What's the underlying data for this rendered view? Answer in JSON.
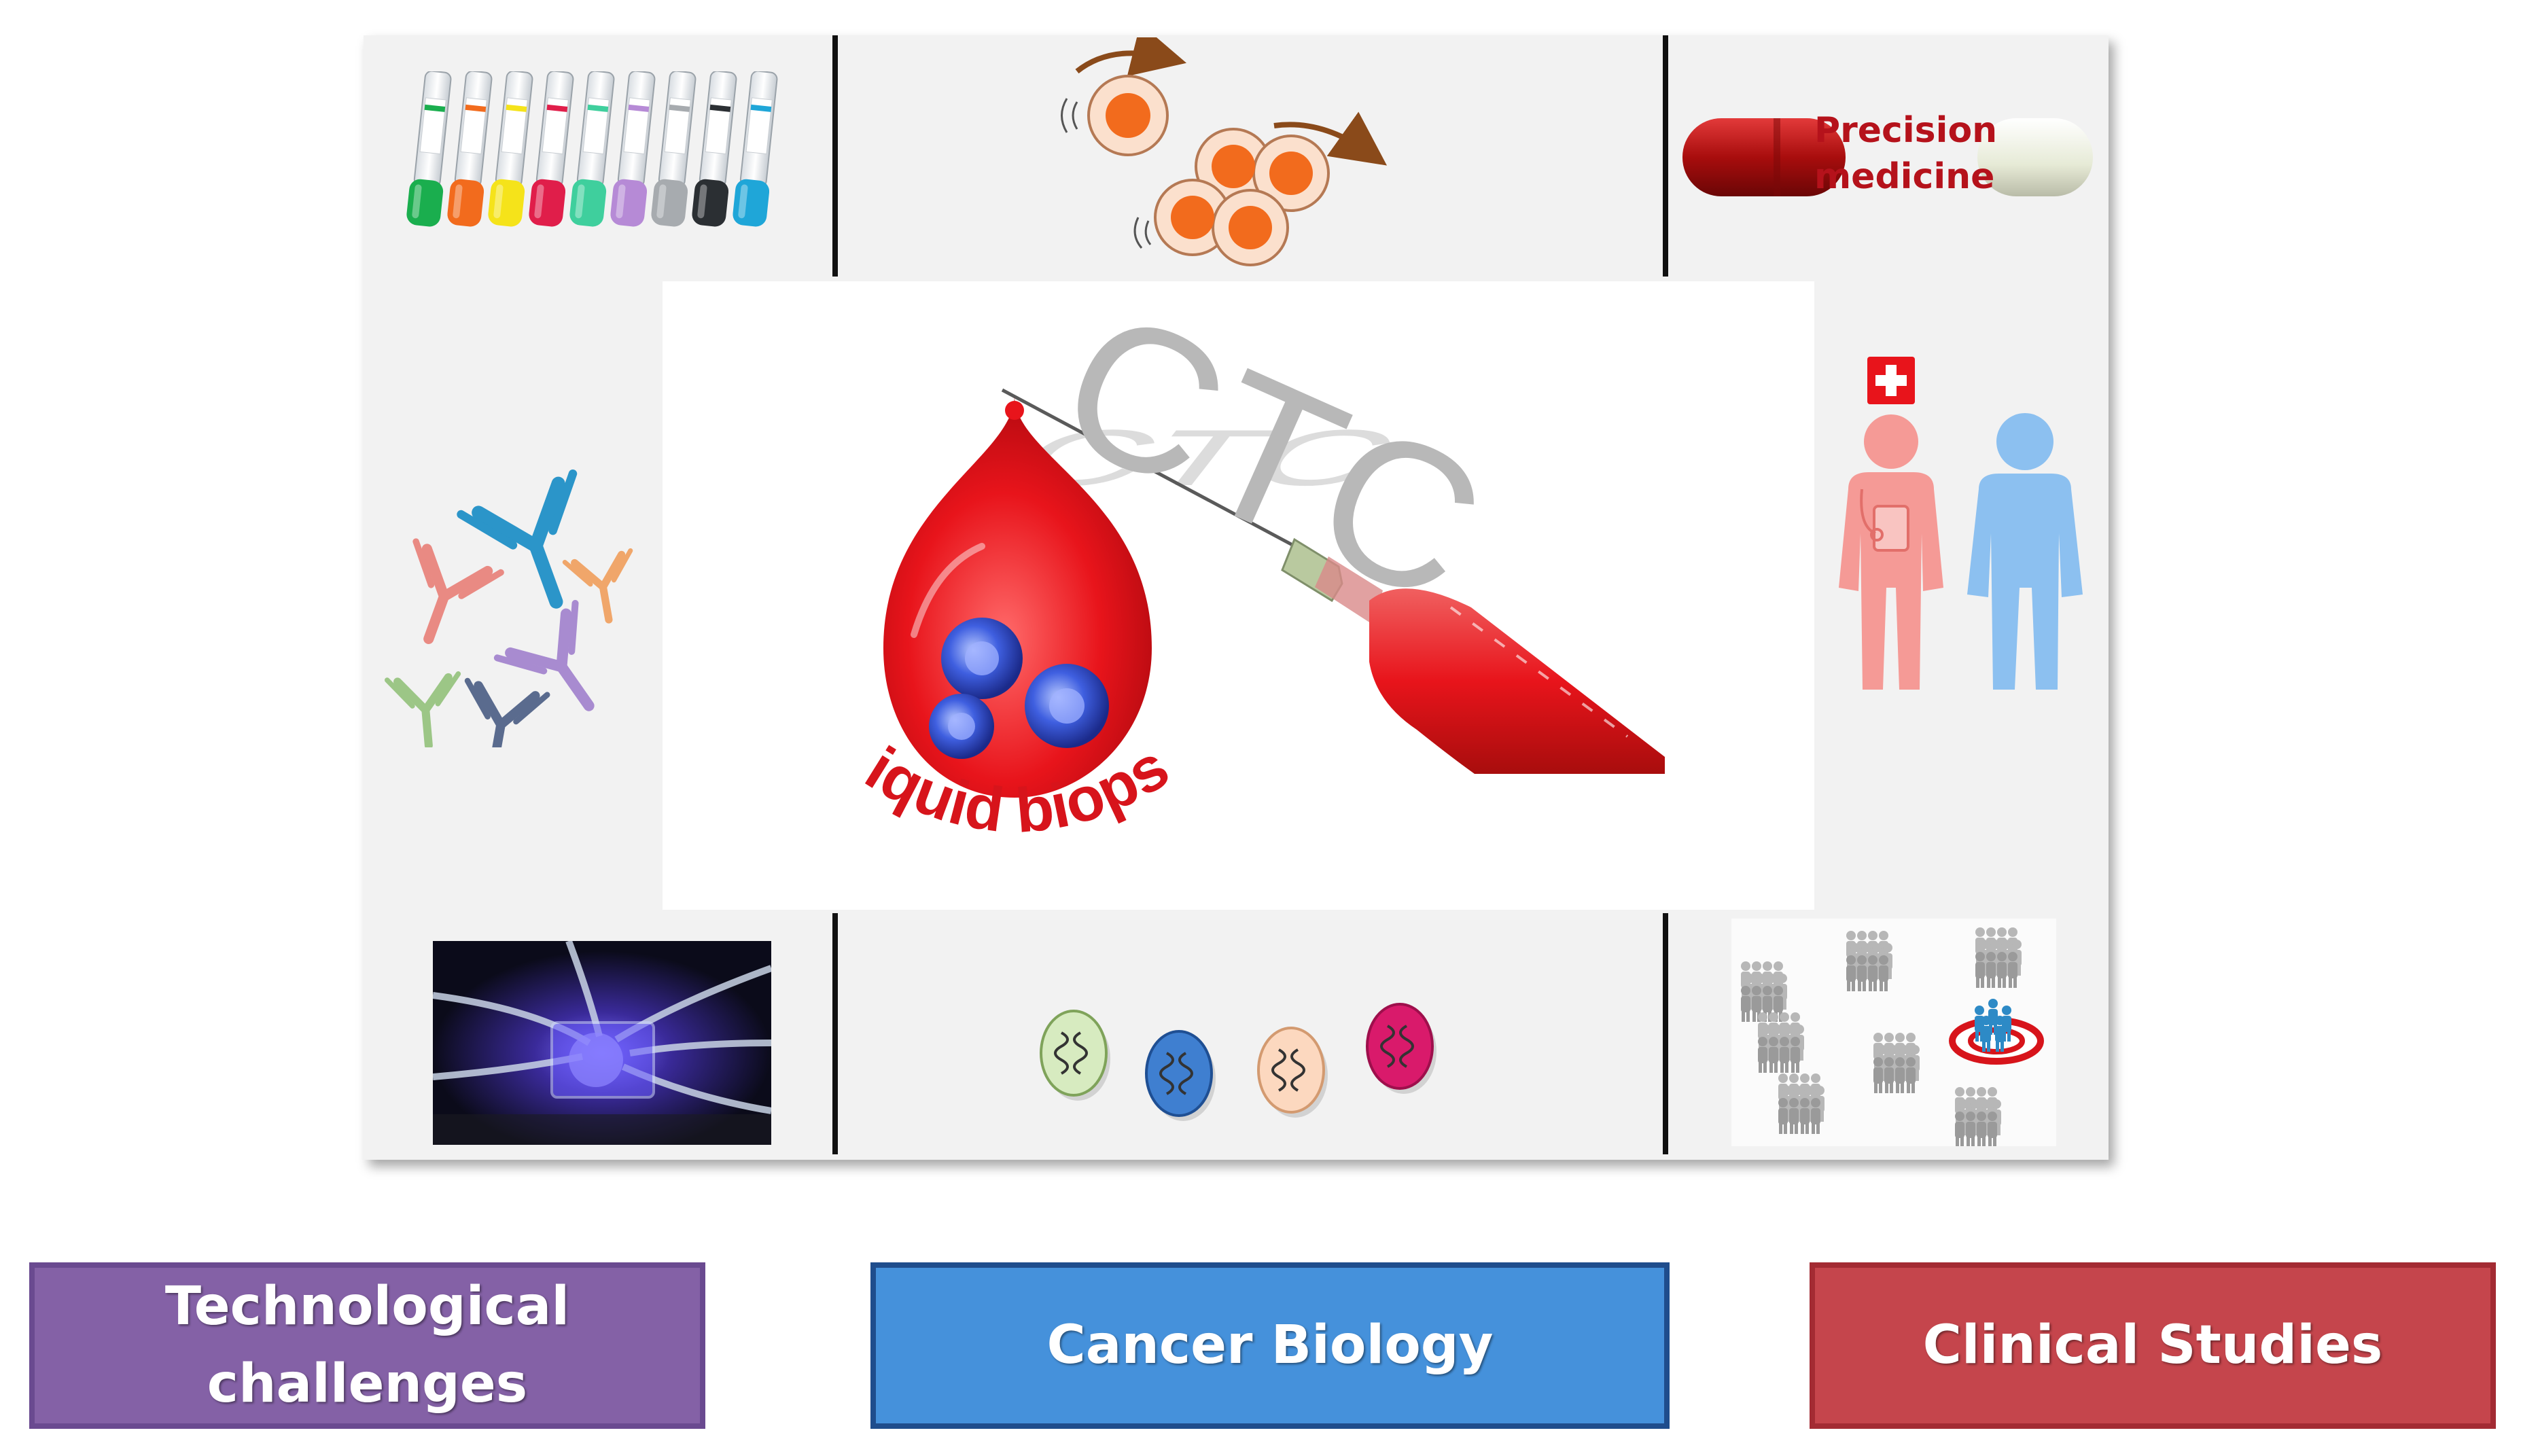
{
  "panel": {
    "pill_label_line1": "Precision",
    "pill_label_line2": "medicine",
    "center_title": "CTC",
    "center_subtitle": "Liquid biopsy"
  },
  "categories": {
    "technological_line1": "Technological",
    "technological_line2": "challenges",
    "cancer_biology": "Cancer Biology",
    "clinical_studies": "Clinical Studies"
  },
  "colors": {
    "technological": "#8461a6",
    "cancer_biology": "#4591db",
    "clinical_studies": "#c5454c",
    "blood": "#e8141b",
    "panel_bg": "#f2f2f2"
  },
  "icons": [
    "blood-tubes-icon",
    "dividing-cells-icon",
    "pill-capsule-icon",
    "antibodies-icon",
    "doctor-patient-icon",
    "microfluidic-chip-icon",
    "dna-cells-icon",
    "population-target-icon",
    "blood-drop-icon",
    "syringe-icon"
  ]
}
